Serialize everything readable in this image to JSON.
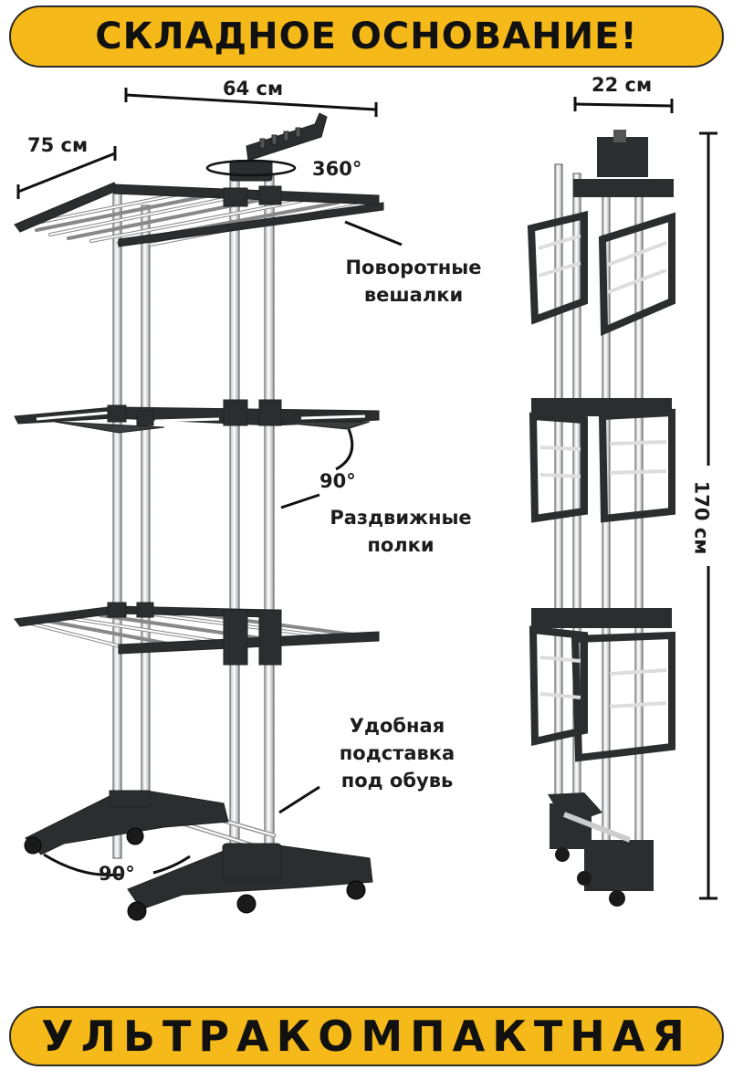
{
  "banner_top": "СКЛАДНОЕ ОСНОВАНИЕ!",
  "banner_bottom": "УЛЬТРАКОМПАКТНАЯ",
  "dimensions": {
    "width": "64 см",
    "depth": "75 см",
    "folded_width": "22 см",
    "height": "170 см"
  },
  "features": {
    "rotation": "360°",
    "rotating_hangers": [
      "Поворотные",
      "вешалки"
    ],
    "shelf_angle": "90°",
    "sliding_shelves": [
      "Раздвижные",
      "полки"
    ],
    "base_angle": "90°",
    "shoe_stand": [
      "Удобная",
      "подставка",
      "под обувь"
    ]
  },
  "colors": {
    "banner": "#f6b91a",
    "frame": "#2b2d2f",
    "rail": "#ffffff"
  }
}
